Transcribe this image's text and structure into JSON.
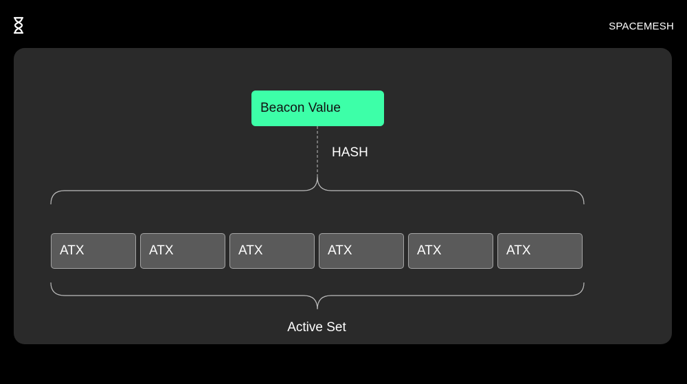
{
  "header": {
    "logo_icon": "hourglass-logo-icon",
    "brand": "SPACEMESH"
  },
  "diagram": {
    "beacon_label": "Beacon Value",
    "beacon_color": "#3dffa8",
    "hash_label": "HASH",
    "atx_items": [
      "ATX",
      "ATX",
      "ATX",
      "ATX",
      "ATX",
      "ATX"
    ],
    "set_label": "Active Set"
  },
  "colors": {
    "background": "#000000",
    "panel": "#2a2a2a",
    "atx_fill": "#5a5a5a",
    "atx_border": "#a5a5a5",
    "bracket": "#bdbdbd"
  }
}
